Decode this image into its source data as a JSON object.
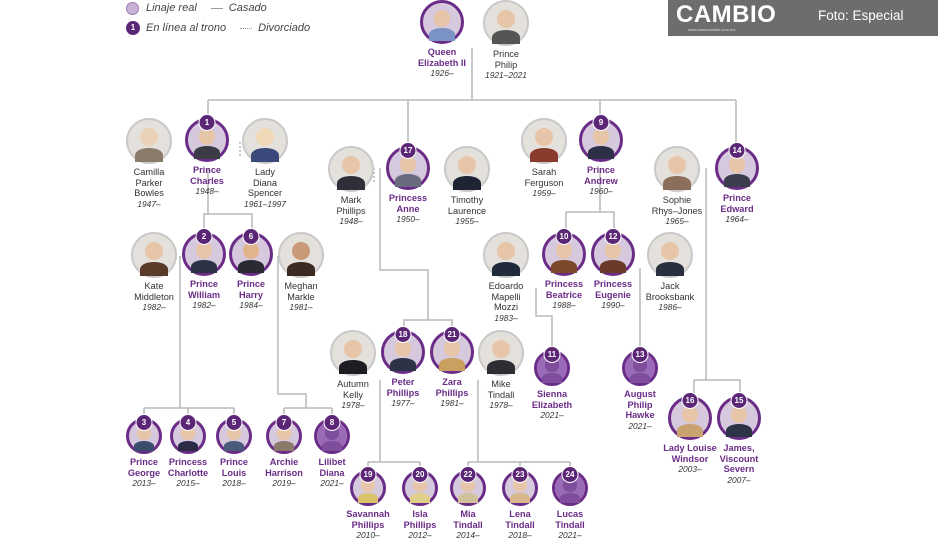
{
  "legend": {
    "lineage": "Linaje real",
    "line_of_succession": "En línea al trono",
    "married": "Casado",
    "divorced": "Divorciado"
  },
  "watermark": {
    "logo": "CAMBIO",
    "site": "www.diariocambio.com.mx",
    "credit": "Foto: Especial"
  },
  "tree": {
    "elizabeth": {
      "name": "Queen\nElizabeth II",
      "years": "1926–"
    },
    "philip": {
      "name": "Prince\nPhilip",
      "years": "1921–2021"
    },
    "camilla": {
      "name": "Camilla\nParker\nBowles",
      "years": "1947–"
    },
    "charles": {
      "rank": "1",
      "name": "Prince\nCharles",
      "years": "1948–"
    },
    "diana": {
      "name": "Lady\nDiana\nSpencer",
      "years": "1961–1997"
    },
    "mark": {
      "name": "Mark\nPhillips",
      "years": "1948–"
    },
    "anne": {
      "rank": "17",
      "name": "Princess\nAnne",
      "years": "1950–"
    },
    "timothy": {
      "name": "Timothy\nLaurence",
      "years": "1955–"
    },
    "sarah": {
      "name": "Sarah\nFerguson",
      "years": "1959–"
    },
    "andrew": {
      "rank": "9",
      "name": "Prince\nAndrew",
      "years": "1960–"
    },
    "sophie": {
      "name": "Sophie\nRhys–Jones",
      "years": "1965–"
    },
    "edward": {
      "rank": "14",
      "name": "Prince\nEdward",
      "years": "1964–"
    },
    "kate": {
      "name": "Kate\nMiddleton",
      "years": "1982–"
    },
    "william": {
      "rank": "2",
      "name": "Prince\nWilliam",
      "years": "1982–"
    },
    "harry": {
      "rank": "6",
      "name": "Prince\nHarry",
      "years": "1984–"
    },
    "meghan": {
      "name": "Meghan\nMarkle",
      "years": "1981–"
    },
    "edoardo": {
      "name": "Edoardo\nMapelli\nMozzi",
      "years": "1983–"
    },
    "beatrice": {
      "rank": "10",
      "name": "Princess\nBeatrice",
      "years": "1988–"
    },
    "eugenie": {
      "rank": "12",
      "name": "Princess\nEugenie",
      "years": "1990–"
    },
    "jack": {
      "name": "Jack\nBrooksbank",
      "years": "1986–"
    },
    "autumn": {
      "name": "Autumn\nKelly",
      "years": "1978–"
    },
    "peter": {
      "rank": "18",
      "name": "Peter\nPhillips",
      "years": "1977–"
    },
    "zara": {
      "rank": "21",
      "name": "Zara\nPhillips",
      "years": "1981–"
    },
    "mike": {
      "name": "Mike\nTindall",
      "years": "1978–"
    },
    "sienna": {
      "rank": "11",
      "name": "Sienna\nElizabeth",
      "years": "2021–"
    },
    "august": {
      "rank": "13",
      "name": "August\nPhilip\nHawke",
      "years": "2021–"
    },
    "louise": {
      "rank": "16",
      "name": "Lady Louise\nWindsor",
      "years": "2003–"
    },
    "james": {
      "rank": "15",
      "name": "James,\nViscount\nSevern",
      "years": "2007–"
    },
    "george": {
      "rank": "3",
      "name": "Prince\nGeorge",
      "years": "2013–"
    },
    "charlotte": {
      "rank": "4",
      "name": "Princess\nCharlotte",
      "years": "2015–"
    },
    "louis": {
      "rank": "5",
      "name": "Prince\nLouis",
      "years": "2018–"
    },
    "archie": {
      "rank": "7",
      "name": "Archie\nHarrison",
      "years": "2019–"
    },
    "lilibet": {
      "rank": "8",
      "name": "Lilibet\nDiana",
      "years": "2021–"
    },
    "savannah": {
      "rank": "19",
      "name": "Savannah\nPhillips",
      "years": "2010–"
    },
    "isla": {
      "rank": "20",
      "name": "Isla\nPhillips",
      "years": "2012–"
    },
    "mia": {
      "rank": "22",
      "name": "Mia\nTindall",
      "years": "2014–"
    },
    "lena": {
      "rank": "23",
      "name": "Lena\nTindall",
      "years": "2018–"
    },
    "lucas": {
      "rank": "24",
      "name": "Lucas\nTindall",
      "years": "2021–"
    }
  }
}
